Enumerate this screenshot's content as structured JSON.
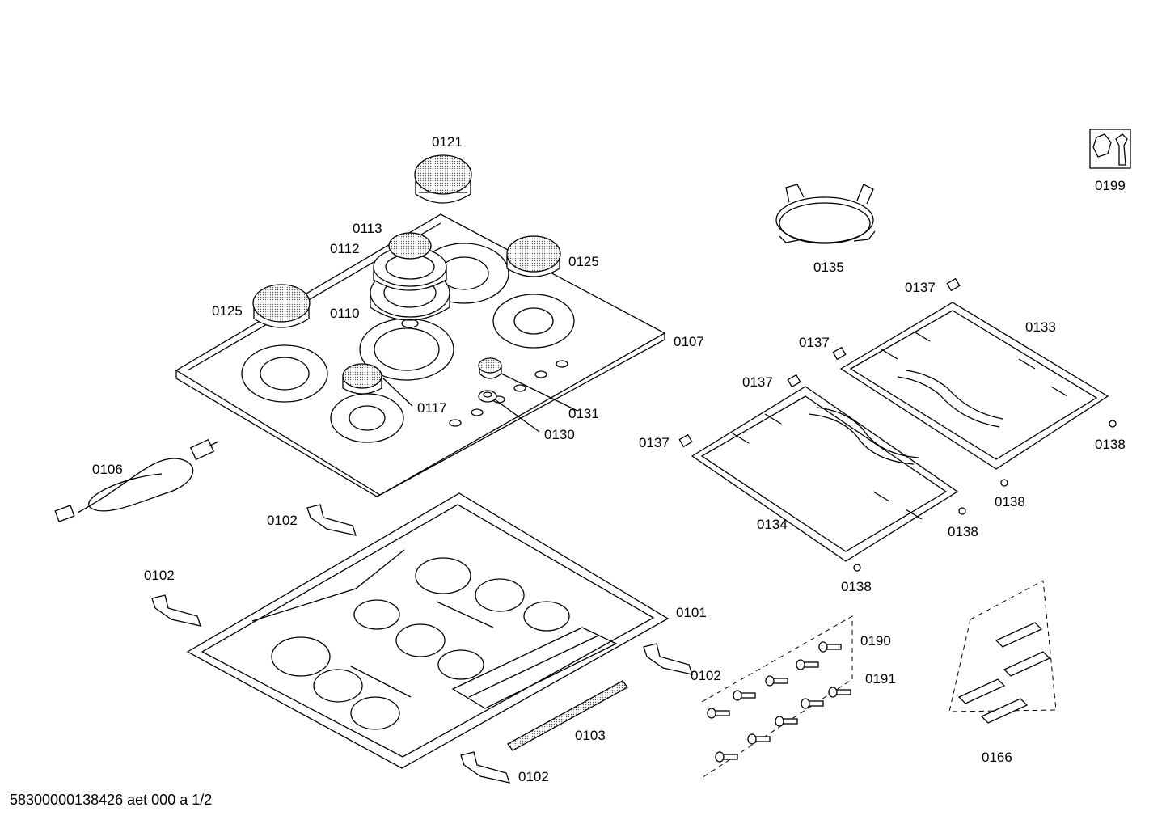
{
  "document_id": "58300000138426 aet 000 a 1/2",
  "parts": {
    "p0121": "0121",
    "p0113": "0113",
    "p0112": "0112",
    "p0125a": "0125",
    "p0125b": "0125",
    "p0110": "0110",
    "p0107": "0107",
    "p0117": "0117",
    "p0131": "0131",
    "p0130": "0130",
    "p0106": "0106",
    "p0102a": "0102",
    "p0102b": "0102",
    "p0102c": "0102",
    "p0102d": "0102",
    "p0101": "0101",
    "p0103": "0103",
    "p0135": "0135",
    "p0199": "0199",
    "p0137a": "0137",
    "p0137b": "0137",
    "p0137c": "0137",
    "p0137d": "0137",
    "p0133": "0133",
    "p0134": "0134",
    "p0138a": "0138",
    "p0138b": "0138",
    "p0138c": "0138",
    "p0138d": "0138",
    "p0190": "0190",
    "p0191": "0191",
    "p0166": "0166"
  }
}
